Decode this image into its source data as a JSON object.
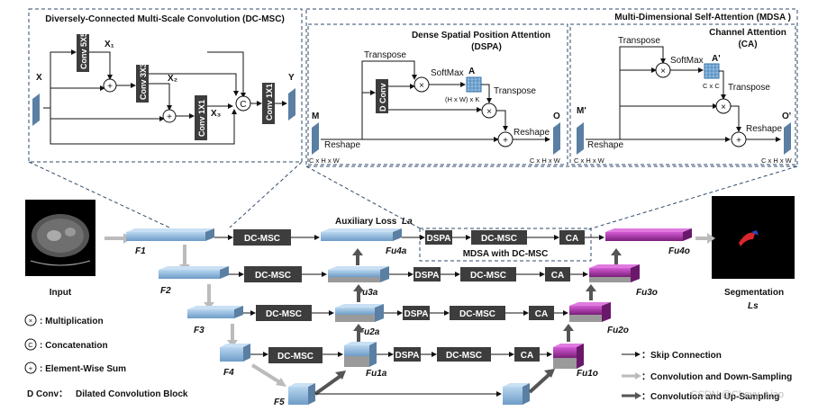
{
  "dcmsc": {
    "title": "Diversely-Connected Multi-Scale Convolution (DC-MSC)",
    "x": "X",
    "x1": "X₁",
    "x2": "X₂",
    "x3": "X₃",
    "y": "Y",
    "c": "C",
    "conv5": "Conv 5X5",
    "conv3": "Conv 3X3",
    "conv1a": "Conv 1X1",
    "conv1b": "Conv 1X1"
  },
  "mdsa": {
    "title": "Multi-Dimensional Self-Attention (MDSA )",
    "dspa_title": "Dense Spatial Position Attention",
    "dspa_abbr": "(DSPA)",
    "ca_title": "Channel Attention",
    "ca_abbr": "(CA)",
    "transpose": "Transpose",
    "softmax": "SoftMax",
    "reshape": "Reshape",
    "dconv": "D Conv",
    "m": "M",
    "o": "O",
    "a": "A",
    "m_prime": "M'",
    "o_prime": "O'",
    "a_prime": "A'",
    "dim_chw": "C x H x W",
    "dim_hw": "(H x W) x K",
    "dim_cc": "C x C"
  },
  "network": {
    "dc_msc": "DC-MSC",
    "dspa": "DSPA",
    "ca": "CA",
    "aux_loss": "Auxiliary Loss",
    "aux_sym": "La",
    "mdsa_with": "MDSA with DC-MSC",
    "input": "Input",
    "segmentation": "Segmentation",
    "ls": "Ls",
    "f1": "F1",
    "f2": "F2",
    "f3": "F3",
    "f4": "F4",
    "f5": "F5",
    "fu4a": "Fu4a",
    "fu3a": "Fu3a",
    "fu2a": "Fu2a",
    "fu1a": "Fu1a",
    "fu4o": "Fu4o",
    "fu3o": "Fu3o",
    "fu2o": "Fu2o",
    "fu1o": "Fu1o"
  },
  "legend": {
    "mult": ": Multiplication",
    "concat": ": Concatenation",
    "sum": ": Element-Wise Sum",
    "dconv_key": "D Conv：",
    "dconv_desc": "Dilated Convolution Block",
    "skip": "：Skip Connection",
    "down": "：Convolution and Down-Sampling",
    "up": "：Convolution and Up-Sampling"
  },
  "watermark": "CSDN @Chevy_Liao",
  "colors": {
    "dark_block": "#3d3d3d",
    "feature_blue": "#8fb9dd",
    "feature_purple": "#b03ab0",
    "dashed_border": "#2f4a6b"
  }
}
